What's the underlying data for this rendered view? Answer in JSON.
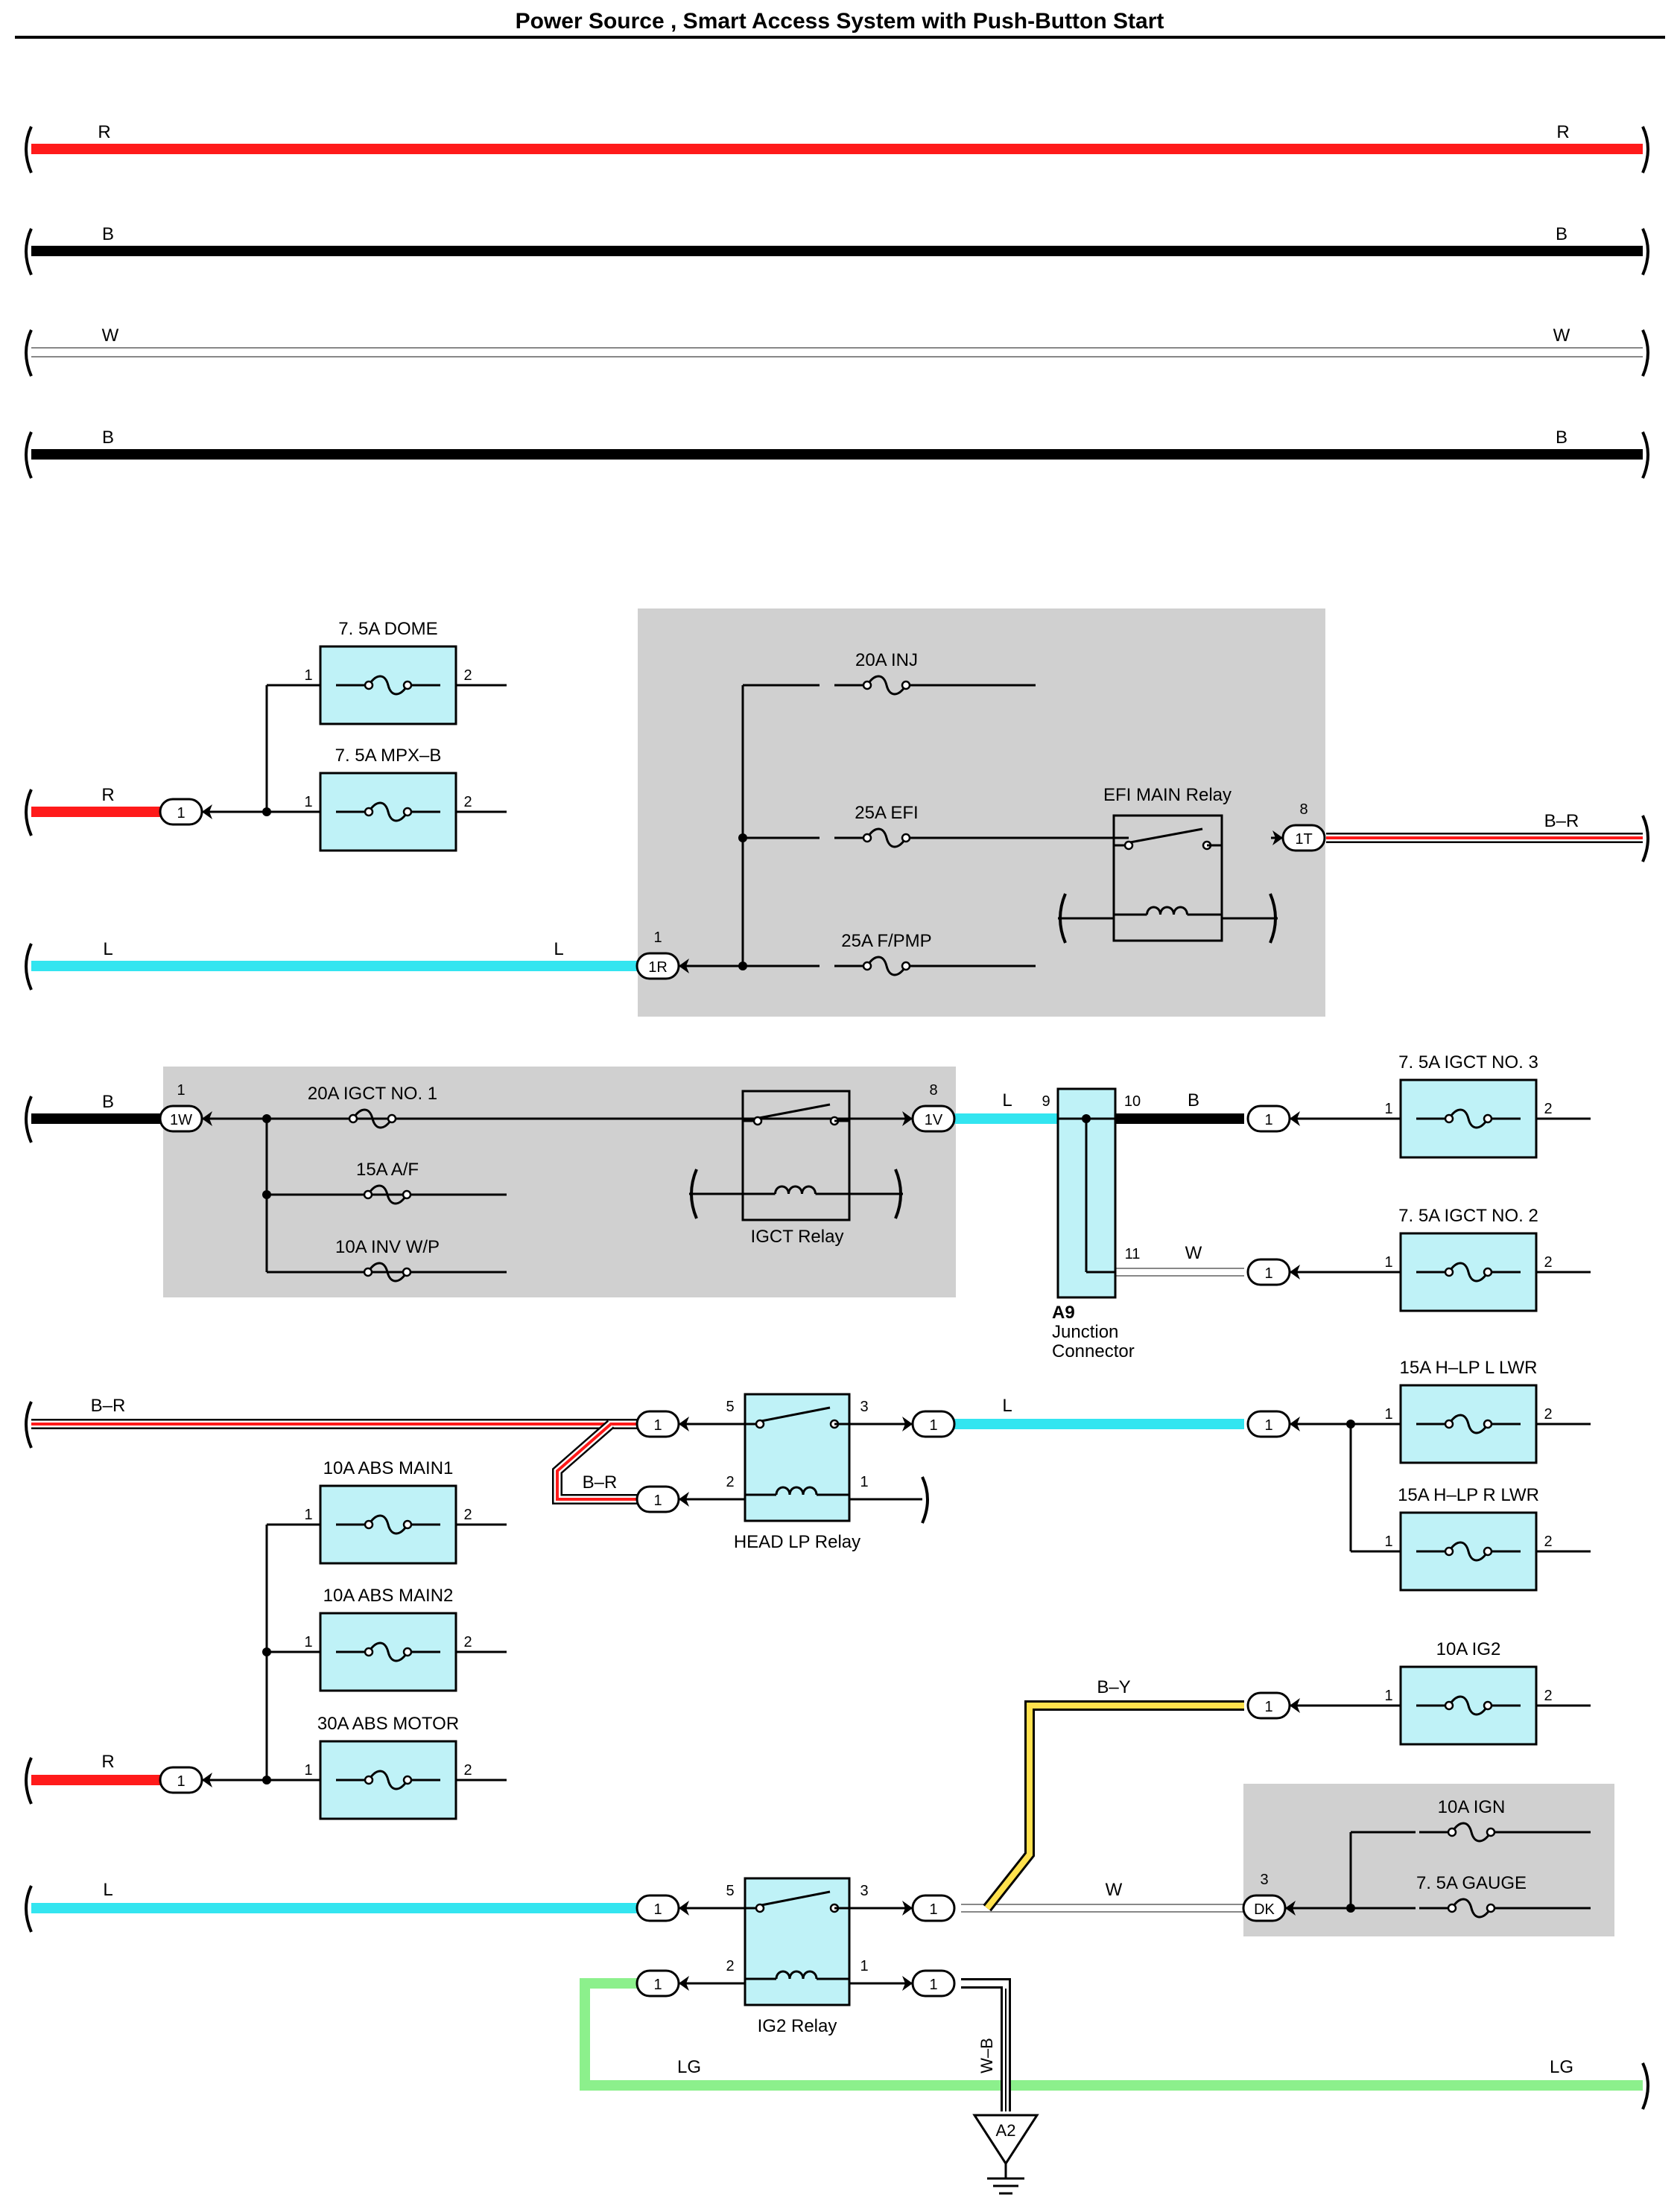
{
  "title": "Power Source , Smart Access System with Push-Button Start",
  "colors": {
    "red": "#ff1a1a",
    "black": "#000000",
    "blue": "#33e5f0",
    "green": "#8cf08c",
    "yellow": "#ffe14d",
    "fuse_fill": "#bff2f7",
    "panel": "#d0d0d0",
    "white_wire": "#ffffff"
  },
  "wire_labels": {
    "R": "R",
    "B": "B",
    "W": "W",
    "L": "L",
    "BR": "B–R",
    "BY": "B–Y",
    "LG": "LG",
    "WB": "W–B"
  },
  "fuses": {
    "dome": "7. 5A DOME",
    "mpxb": "7. 5A MPX–B",
    "inj": "20A INJ",
    "efi": "25A EFI",
    "fpmp": "25A F/PMP",
    "igct1": "20A IGCT NO. 1",
    "af": "15A A/F",
    "invwp": "10A INV W/P",
    "igct3": "7. 5A IGCT NO. 3",
    "igct2": "7. 5A IGCT NO. 2",
    "hlpl": "15A H–LP L LWR",
    "hlpr": "15A H–LP R LWR",
    "absmain1": "10A ABS MAIN1",
    "absmain2": "10A ABS MAIN2",
    "absmotor": "30A ABS MOTOR",
    "ig2": "10A IG2",
    "ign": "10A IGN",
    "gauge": "7. 5A GAUGE"
  },
  "relays": {
    "efi_main": "EFI MAIN Relay",
    "igct": "IGCT Relay",
    "head_lp": "HEAD LP Relay",
    "ig2": "IG2 Relay"
  },
  "junction": {
    "id": "A9",
    "line1": "Junction",
    "line2": "Connector"
  },
  "connectors": {
    "c1": "1",
    "c1R": "1R",
    "c1T": "1T",
    "c1W": "1W",
    "c1V": "1V",
    "cDK": "DK",
    "cA2": "A2"
  },
  "pins": {
    "p1": "1",
    "p2": "2",
    "p3": "3",
    "p5": "5",
    "p8": "8",
    "p9": "9",
    "p10": "10",
    "p11": "11"
  }
}
